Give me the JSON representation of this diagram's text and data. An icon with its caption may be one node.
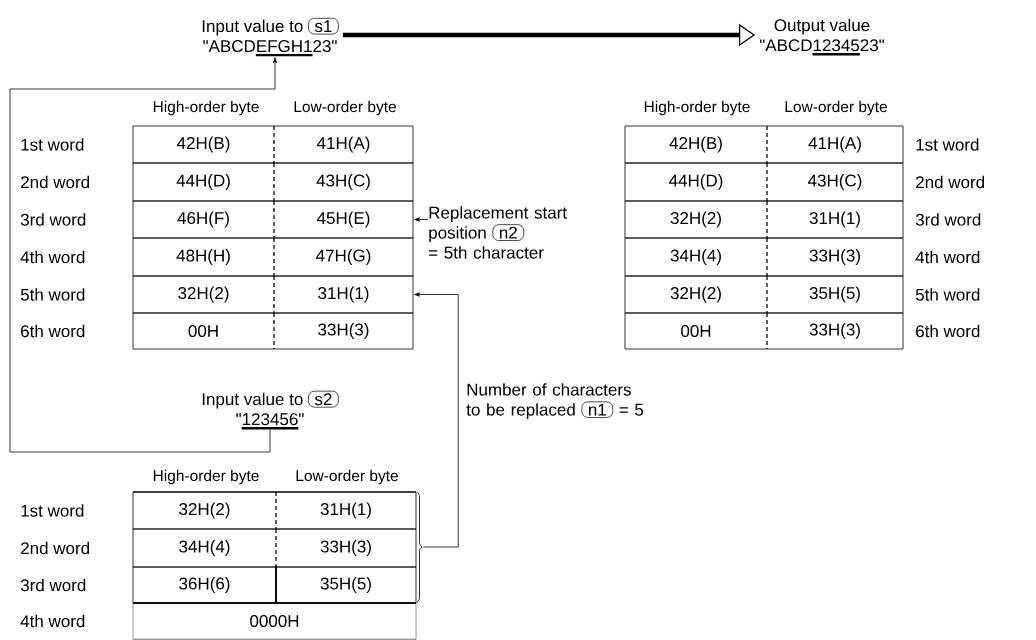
{
  "diagram": {
    "nodes": [
      {
        "text": [
          "Input value to",
          "s1",
          "\"ABCDEFGH123\""
        ]
      },
      {
        "text": [
          "Output value",
          "\"ABCD1234523\""
        ]
      },
      {
        "text": [
          "42H(B)"
        ]
      },
      {
        "text": [
          "41H(A)"
        ]
      },
      {
        "text": [
          "44H(D)"
        ]
      },
      {
        "text": [
          "43H(C)"
        ]
      },
      {
        "text": [
          "46H(F)"
        ]
      },
      {
        "text": [
          "45H(E)"
        ]
      },
      {
        "text": [
          "48H(H)"
        ]
      },
      {
        "text": [
          "47H(G)"
        ]
      },
      {
        "text": [
          "32H(2)"
        ]
      },
      {
        "text": [
          "31H(1)"
        ]
      },
      {
        "text": [
          "00H"
        ]
      },
      {
        "text": [
          "33H(3)"
        ]
      },
      {
        "text": [
          "42H(B)"
        ]
      },
      {
        "text": [
          "41H(A)"
        ]
      },
      {
        "text": [
          "44H(D)"
        ]
      },
      {
        "text": [
          "43H(C)"
        ]
      },
      {
        "text": [
          "32H(2)"
        ]
      },
      {
        "text": [
          "31H(1)"
        ]
      },
      {
        "text": [
          "34H(4)"
        ]
      },
      {
        "text": [
          "33H(3)"
        ]
      },
      {
        "text": [
          "32H(2)"
        ]
      },
      {
        "text": [
          "35H(5)"
        ]
      },
      {
        "text": [
          "00H"
        ]
      },
      {
        "text": [
          "33H(3)"
        ]
      },
      {
        "text": [
          "Replacement start position",
          "n2",
          "= 5th character"
        ]
      },
      {
        "text": [
          "Input value to",
          "s2",
          "\"123456\""
        ]
      },
      {
        "text": [
          "Number of characters to be replaced",
          "n1",
          "= 5"
        ]
      },
      {
        "text": [
          "32H(2)"
        ]
      },
      {
        "text": [
          "31H(1)"
        ]
      },
      {
        "text": [
          "34H(4)"
        ]
      },
      {
        "text": [
          "33H(3)"
        ]
      },
      {
        "text": [
          "36H(6)"
        ]
      },
      {
        "text": [
          "35H(5)"
        ]
      },
      {
        "text": [
          "0000H"
        ]
      },
      {
        "text": [],
        "shape": "bracket"
      }
    ],
    "edges": [
      {
        "from": 0,
        "to": 1,
        "arrow": "to",
        "style": "thick"
      },
      {
        "from": 26,
        "to": 7,
        "arrow": "to"
      },
      {
        "from": 27,
        "to": 0,
        "arrow": "to"
      },
      {
        "from": 36,
        "to": 11,
        "arrow": "to"
      }
    ],
    "labels": [
      "High-order byte",
      "Low-order byte",
      "High-order byte",
      "Low-order byte",
      "1st word",
      "1st word",
      "2nd word",
      "2nd word",
      "3rd word",
      "3rd word",
      "4th word",
      "4th word",
      "5th word",
      "5th word",
      "6th word",
      "6th word",
      "High-order byte",
      "Low-order byte",
      "1st word",
      "2nd word",
      "3rd word",
      "4th word"
    ]
  }
}
